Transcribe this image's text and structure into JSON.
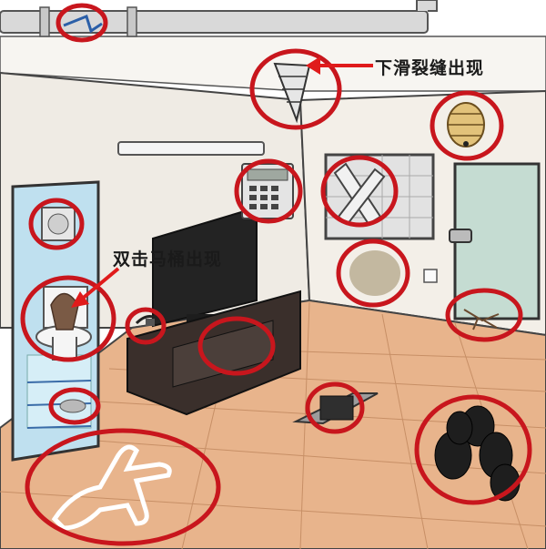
{
  "annotations": {
    "crack_label": "下滑裂缝出现",
    "toilet_label": "双击马桶出现"
  },
  "colors": {
    "circle": "#c8161d",
    "arrow": "#e01b1b",
    "wall": "#f1ede6",
    "floor": "#e8b48c",
    "pipe": "#d7d7d7",
    "door": "#c5dcd2"
  },
  "hotspots": [
    "pipe-crack",
    "ceiling-drill-crack",
    "wasp-nest",
    "keypad-panel",
    "bathroom-fan",
    "boarded-window",
    "toilet",
    "cable-plug",
    "tv-cabinet-items",
    "wall-mold-stain",
    "floor-crack",
    "floor-drain",
    "floor-hatch-box",
    "trash-bags",
    "body-outline"
  ],
  "icons": {
    "ceiling_drill": "ceiling-drill-icon",
    "wasp_nest": "wasp-nest-icon",
    "keypad": "keypad-icon",
    "trash_bags": "trash-bag-icon"
  }
}
